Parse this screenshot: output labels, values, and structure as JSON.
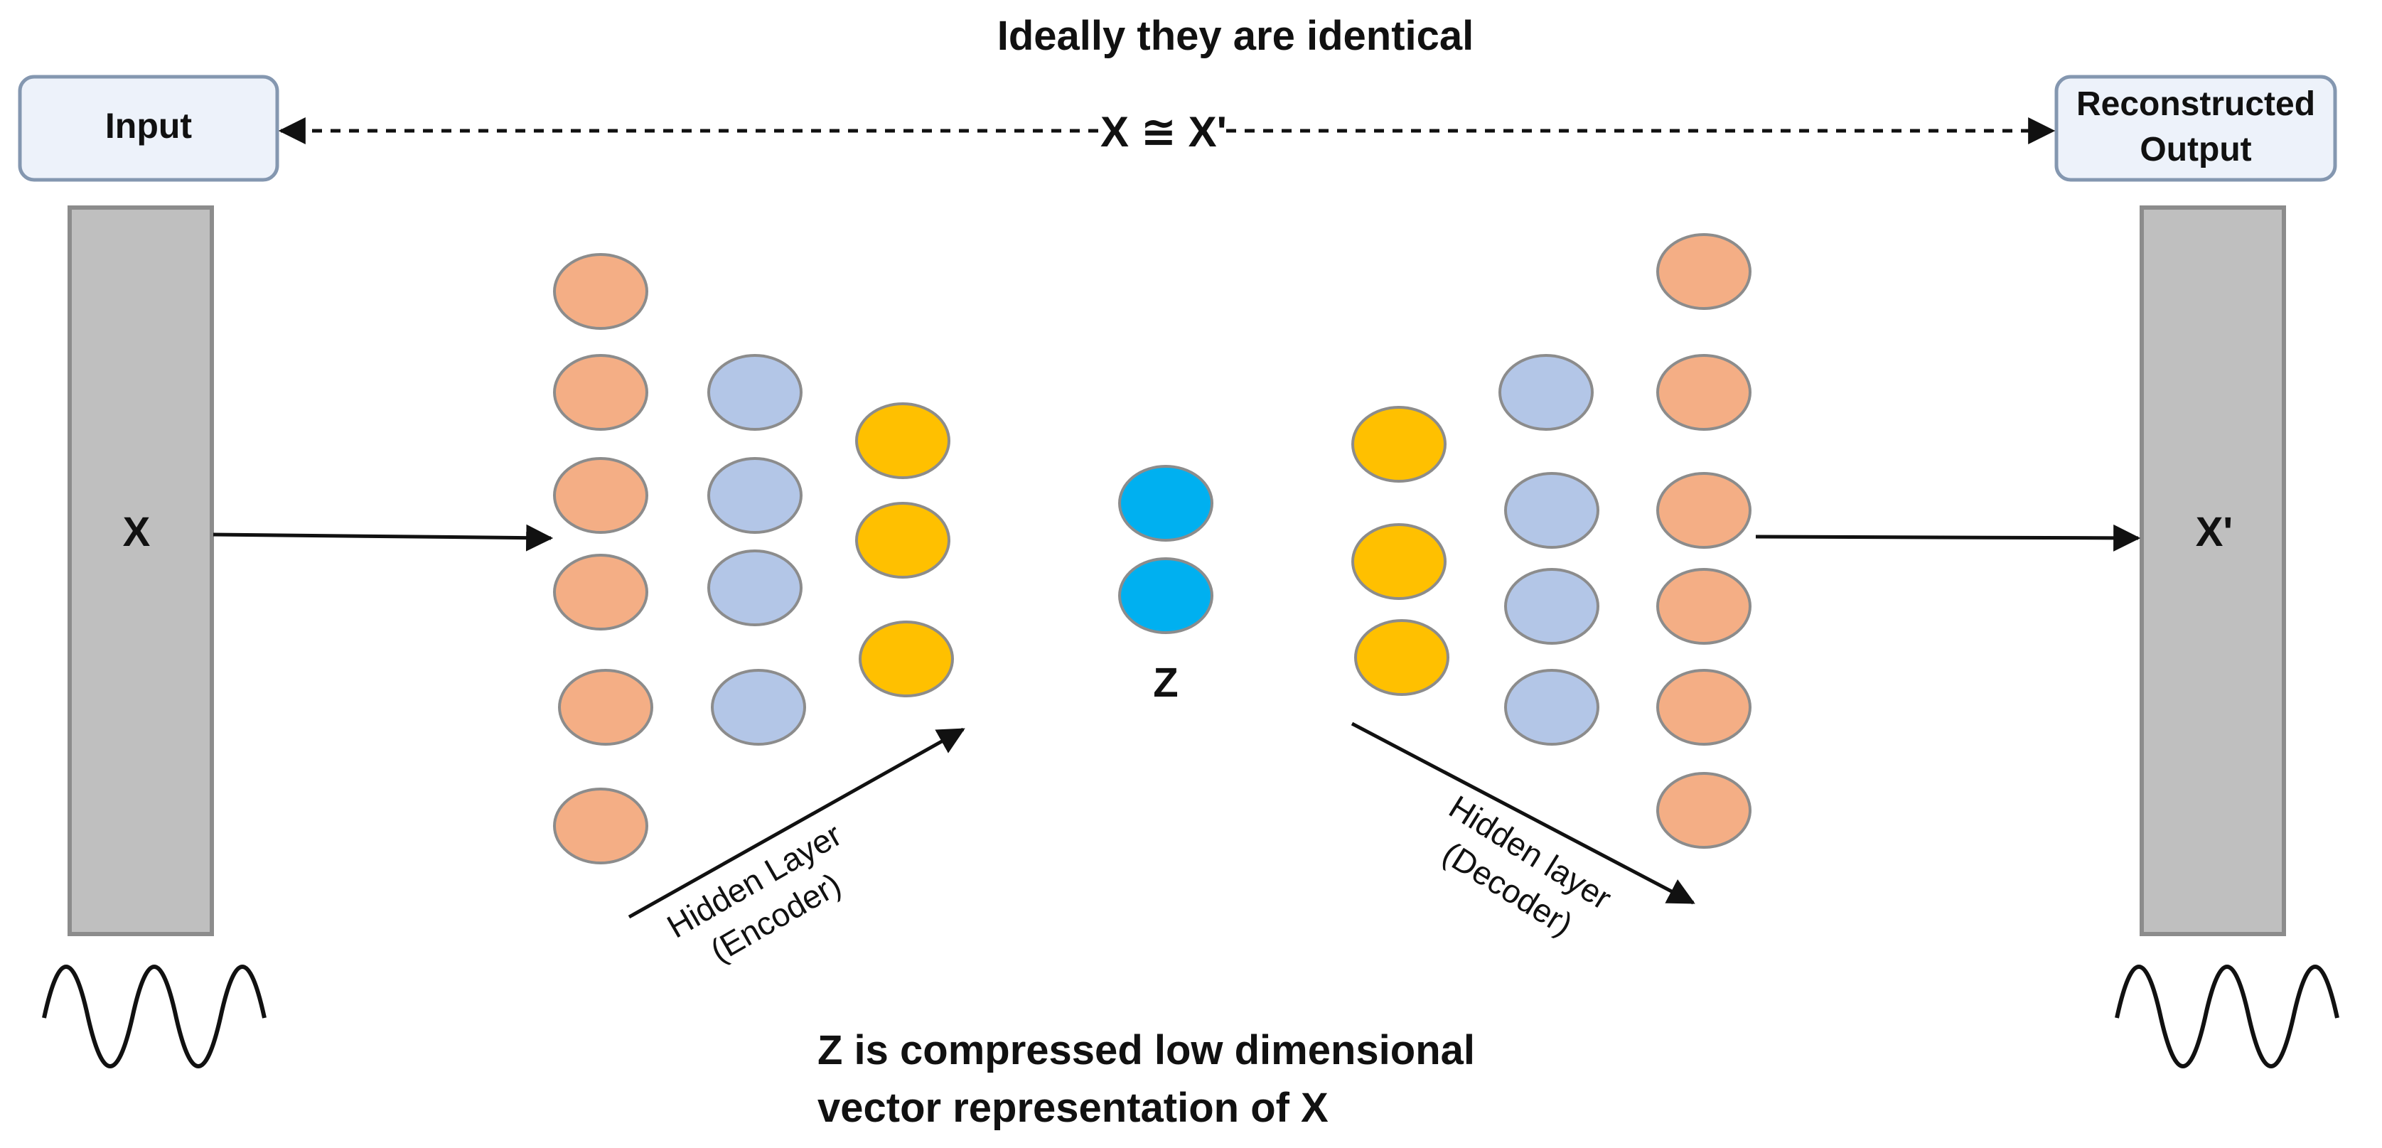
{
  "title": "Ideally they are identical",
  "equivalence": "X ≅ X'",
  "input_box": {
    "label": "Input"
  },
  "output_box": {
    "label_line1": "Reconstructed",
    "label_line2": "Output"
  },
  "input_bar": {
    "label": "X"
  },
  "output_bar": {
    "label": "X'"
  },
  "latent": {
    "label": "Z"
  },
  "encoder_label": {
    "line1": "Hidden Layer",
    "line2": "(Encoder)"
  },
  "decoder_label": {
    "line1": "Hidden layer",
    "line2": "(Decoder)"
  },
  "caption": {
    "line1": "Z is compressed low dimensional",
    "line2": "vector representation of X"
  },
  "colors": {
    "input_output_node": "#f4ae85",
    "hidden_node_outer": "#b3c6e7",
    "hidden_node_inner": "#ffc000",
    "latent_node": "#00b0f0",
    "bar_fill": "#bfbfbf",
    "box_fill": "#edf2fa",
    "box_stroke": "#8497b0",
    "node_stroke": "#8c8c8c"
  },
  "layers": {
    "encoder_input": 6,
    "encoder_hidden_1": 4,
    "encoder_hidden_2": 3,
    "latent": 2,
    "decoder_hidden_1": 3,
    "decoder_hidden_2": 4,
    "decoder_output": 6
  },
  "icons": {
    "input_signal": "sine-wave-icon",
    "output_signal": "sine-wave-icon"
  }
}
